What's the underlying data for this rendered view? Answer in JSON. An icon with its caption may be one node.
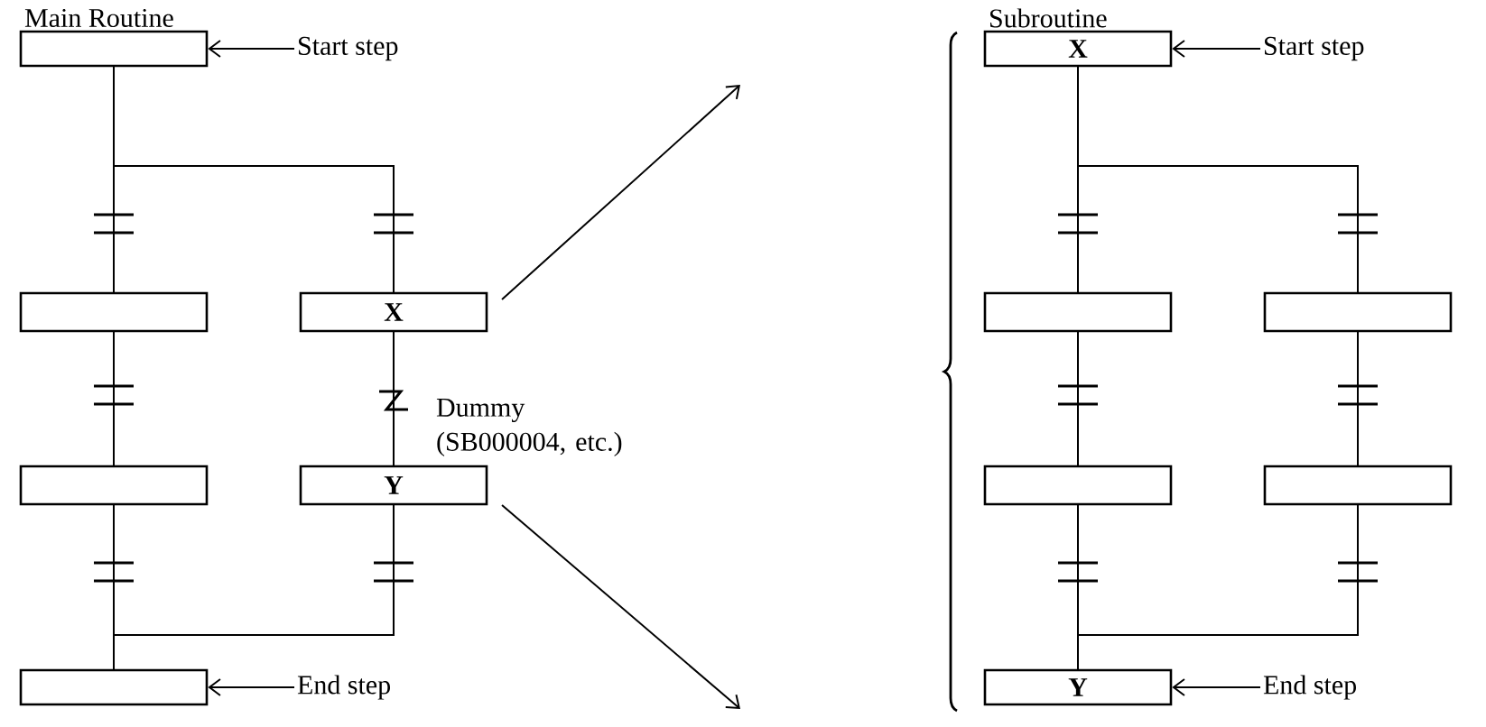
{
  "diagram": {
    "nodes": [
      {
        "text": [],
        "shape": "box"
      },
      {
        "text": [
          "Start step"
        ]
      },
      {
        "text": [],
        "shape": "box"
      },
      {
        "text": [
          "X"
        ]
      },
      {
        "text": [],
        "shape": "box"
      },
      {
        "text": [
          "Y"
        ]
      },
      {
        "text": [],
        "shape": "box"
      },
      {
        "text": [
          "End step"
        ]
      },
      {
        "text": [
          "X"
        ]
      },
      {
        "text": [
          "Start step"
        ]
      },
      {
        "text": [],
        "shape": "box"
      },
      {
        "text": [],
        "shape": "box"
      },
      {
        "text": [],
        "shape": "box"
      },
      {
        "text": [],
        "shape": "box"
      },
      {
        "text": [
          "Y"
        ]
      },
      {
        "text": [
          "End step"
        ]
      }
    ],
    "edges": [
      {
        "from": 1,
        "to": 0,
        "arrow": "to"
      },
      {
        "from": 0,
        "to": 2,
        "arrow": "none"
      },
      {
        "from": 0,
        "to": 3,
        "arrow": "none"
      },
      {
        "from": 2,
        "to": 4,
        "arrow": "none"
      },
      {
        "from": 3,
        "to": 5,
        "arrow": "none"
      },
      {
        "from": 4,
        "to": 6,
        "arrow": "none"
      },
      {
        "from": 5,
        "to": 6,
        "arrow": "none"
      },
      {
        "from": 7,
        "to": 6,
        "arrow": "to"
      },
      {
        "from": 9,
        "to": 8,
        "arrow": "to"
      },
      {
        "from": 8,
        "to": 10,
        "arrow": "none"
      },
      {
        "from": 8,
        "to": 11,
        "arrow": "none"
      },
      {
        "from": 10,
        "to": 12,
        "arrow": "none"
      },
      {
        "from": 11,
        "to": 13,
        "arrow": "none"
      },
      {
        "from": 12,
        "to": 14,
        "arrow": "none"
      },
      {
        "from": 13,
        "to": 14,
        "arrow": "none"
      },
      {
        "from": 15,
        "to": 14,
        "arrow": "to"
      },
      {
        "from": 3,
        "to": null,
        "arrow": "to"
      },
      {
        "from": 5,
        "to": null,
        "arrow": "to"
      }
    ],
    "labels": [
      "Main Routine",
      "Dummy (SB000004, etc.)",
      "Subroutine"
    ]
  }
}
